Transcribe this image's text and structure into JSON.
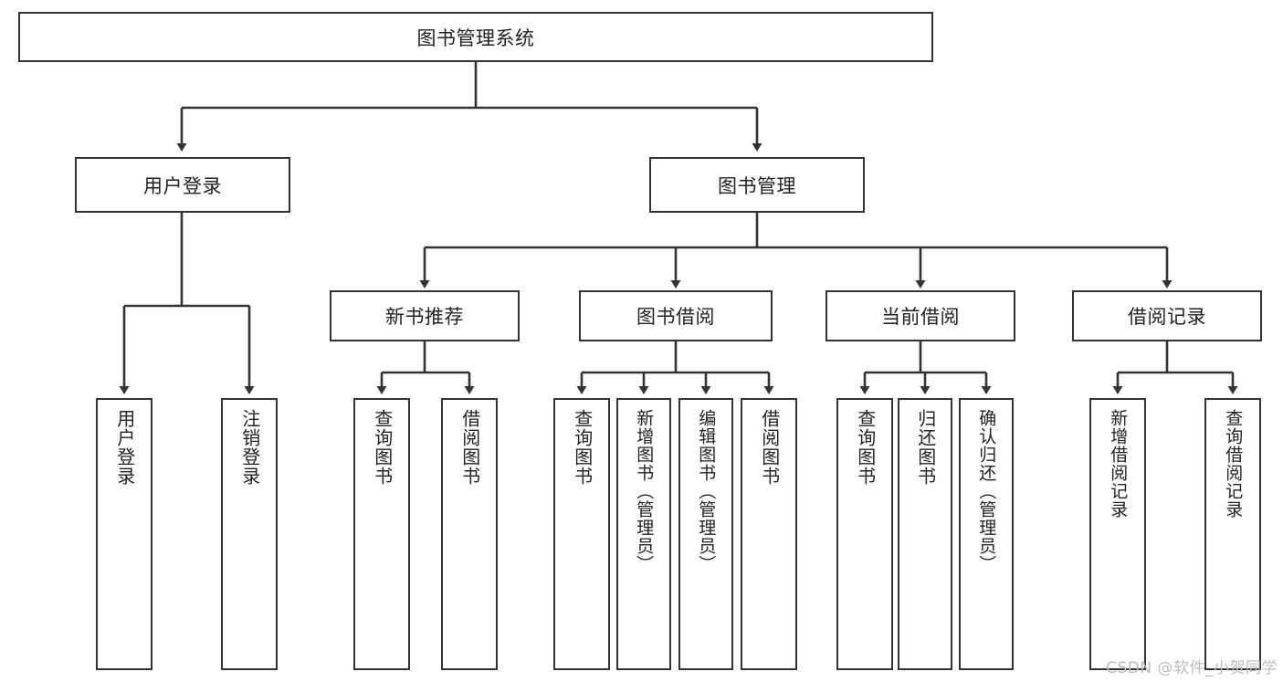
{
  "diagram": {
    "title": "图书管理系统",
    "type": "tree-hierarchy",
    "orientation": "top-down",
    "line_color": "#333333",
    "box_fill": "#ffffff",
    "text_color": "#222222",
    "watermark": "CSDN @软件_小贺同学"
  },
  "nodes": {
    "root": {
      "label": "图书管理系统"
    },
    "level1": [
      {
        "id": "user-login",
        "label": "用户登录"
      },
      {
        "id": "book-manage",
        "label": "图书管理"
      }
    ],
    "level2": [
      {
        "id": "new-book-recommend",
        "label": "新书推荐"
      },
      {
        "id": "book-borrow",
        "label": "图书借阅"
      },
      {
        "id": "current-borrow",
        "label": "当前借阅"
      },
      {
        "id": "borrow-record",
        "label": "借阅记录"
      }
    ],
    "leaves": {
      "user_login": [
        {
          "id": "leaf-user-login",
          "label": "用户登录"
        },
        {
          "id": "leaf-logout",
          "label": "注销登录"
        }
      ],
      "new_book_recommend": [
        {
          "id": "leaf-query-book-1",
          "label": "查询图书"
        },
        {
          "id": "leaf-borrow-book-1",
          "label": "借阅图书"
        }
      ],
      "book_borrow": [
        {
          "id": "leaf-query-book-2",
          "label": "查询图书"
        },
        {
          "id": "leaf-add-book",
          "label": "新增图书（管理员）"
        },
        {
          "id": "leaf-edit-book",
          "label": "编辑图书（管理员）"
        },
        {
          "id": "leaf-borrow-book-2",
          "label": "借阅图书"
        }
      ],
      "current_borrow": [
        {
          "id": "leaf-query-book-3",
          "label": "查询图书"
        },
        {
          "id": "leaf-return-book",
          "label": "归还图书"
        },
        {
          "id": "leaf-confirm-return",
          "label": "确认归还（管理员）"
        }
      ],
      "borrow_record": [
        {
          "id": "leaf-add-record",
          "label": "新增借阅记录"
        },
        {
          "id": "leaf-query-record",
          "label": "查询借阅记录"
        }
      ]
    }
  }
}
